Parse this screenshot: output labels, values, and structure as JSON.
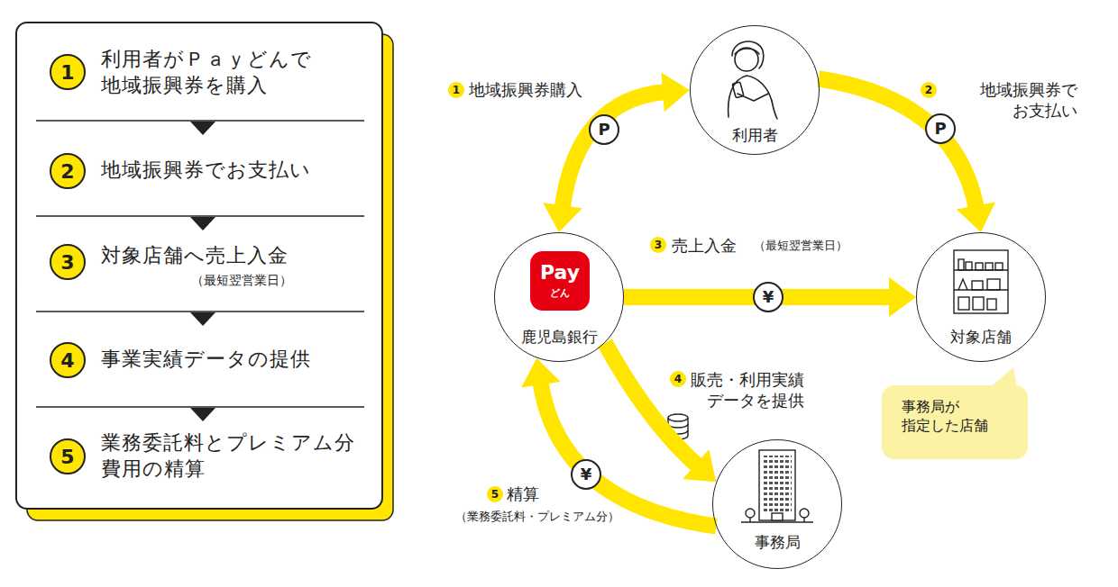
{
  "diagram": {
    "nodes": [
      {
        "text": [
          "1"
        ]
      },
      {
        "text": [
          "2"
        ]
      },
      {
        "text": [
          "3"
        ]
      },
      {
        "text": [
          "4"
        ]
      },
      {
        "text": [
          "5"
        ]
      },
      {
        "text": [
          "利用者"
        ]
      },
      {
        "text": [
          "鹿児島銀行"
        ]
      },
      {
        "text": [
          "Pay",
          "どん"
        ],
        "in": 6
      },
      {
        "text": [
          "対象店舗"
        ]
      },
      {
        "text": [
          "事務局が 指定した店舗"
        ]
      },
      {
        "text": [
          "事務局"
        ]
      }
    ],
    "edges": [
      {
        "from": 6,
        "to": 5,
        "label": "地域振興券購入",
        "arrow": "both"
      },
      {
        "from": 5,
        "to": 8,
        "label": "地域振興券で お支払い",
        "arrow": "to"
      },
      {
        "from": 6,
        "to": 8,
        "label": "売上入金",
        "arrow": "to"
      },
      {
        "from": 6,
        "to": 10,
        "label": "販売・利用実績 データを提供",
        "arrow": "to"
      },
      {
        "from": 10,
        "to": 6,
        "label": "精算",
        "arrow": "to"
      }
    ],
    "labels": [
      "利用者がＰａｙどんで 地域振興券を購入",
      "地域振興券でお支払い",
      "対象店舗へ売上入金",
      "（最短翌営業日）",
      "事業実績データの提供",
      "業務委託料とプレミアム分 費用の精算",
      "1",
      "P",
      "2",
      "P",
      "3",
      "（最短翌営業日）",
      "¥",
      "4",
      "5",
      "¥",
      "（業務委託料・プレミアム分）"
    ]
  }
}
